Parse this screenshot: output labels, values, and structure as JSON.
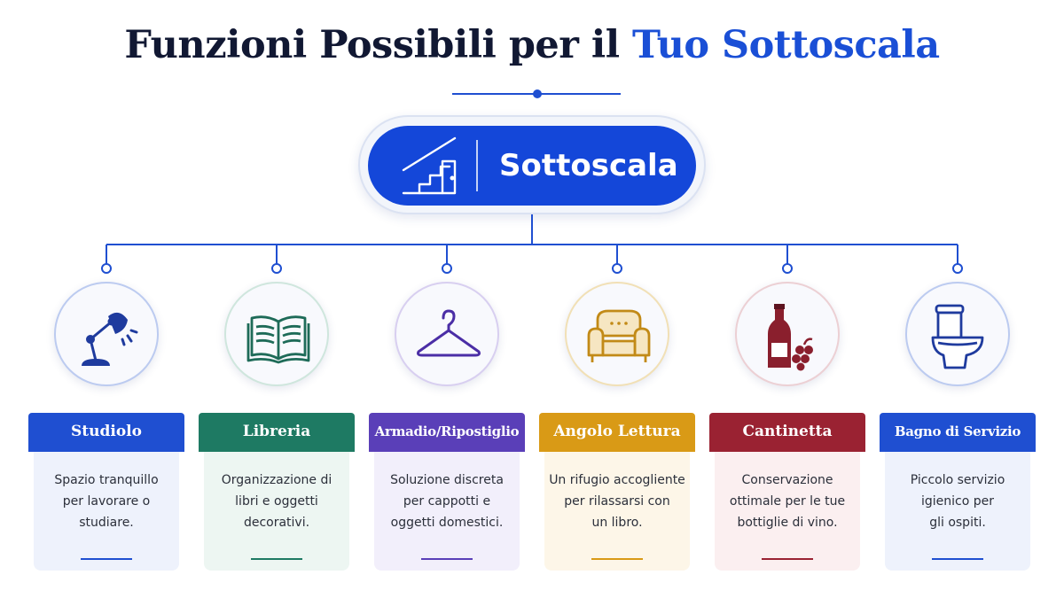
{
  "title": {
    "main": "Funzioni Possibili per il ",
    "accent": "Tuo Sottoscala"
  },
  "hub": {
    "label": "Sottoscala",
    "icon": "stairs-door-icon"
  },
  "colors": {
    "accent": "#1a4fd6",
    "hub": "#1447d9"
  },
  "items": [
    {
      "label": "Studiolo",
      "icon": "desk-lamp-icon",
      "color": "#1f4fd1",
      "tint": "#eef2fc",
      "desc": [
        "Spazio tranquillo",
        "per lavorare o",
        "studiare."
      ]
    },
    {
      "label": "Libreria",
      "icon": "open-book-icon",
      "color": "#1e7a63",
      "tint": "#edf6f2",
      "desc": [
        "Organizzazione di",
        "libri e oggetti",
        "decorativi."
      ]
    },
    {
      "label": "Armadio/Ripostiglio",
      "icon": "coat-hanger-icon",
      "color": "#5a3fb8",
      "tint": "#f2effb",
      "desc": [
        "Soluzione discreta",
        "per cappotti e",
        "oggetti domestici."
      ]
    },
    {
      "label": "Angolo Lettura",
      "icon": "armchair-icon",
      "color": "#d99a16",
      "tint": "#fdf6e8",
      "desc": [
        "Un rifugio accogliente",
        "per rilassarsi con",
        "un libro."
      ]
    },
    {
      "label": "Cantinetta",
      "icon": "wine-bottle-icon",
      "color": "#9a2232",
      "tint": "#fbeff0",
      "desc": [
        "Conservazione",
        "ottimale per le tue",
        "bottiglie di vino."
      ]
    },
    {
      "label": "Bagno di Servizio",
      "icon": "toilet-icon",
      "color": "#1f4fd1",
      "tint": "#eef2fc",
      "desc": [
        "Piccolo servizio",
        "igienico per",
        "gli ospiti."
      ]
    }
  ]
}
